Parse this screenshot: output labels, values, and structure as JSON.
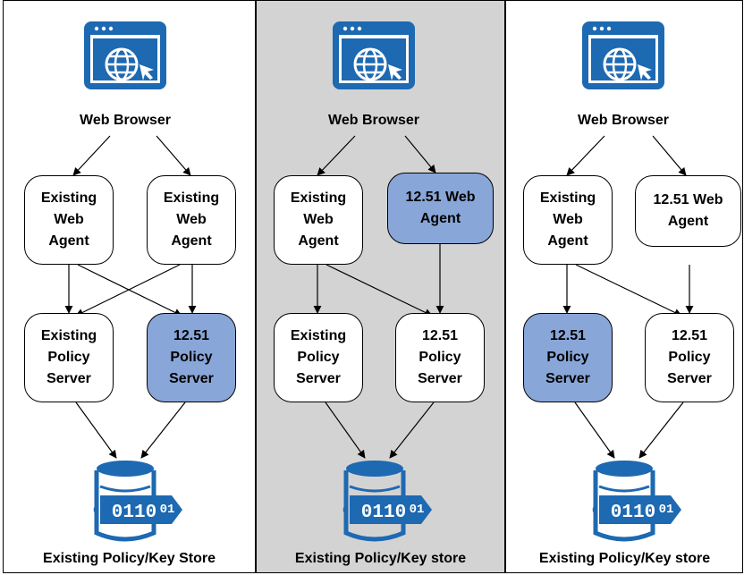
{
  "colors": {
    "highlight": "#88a6d8",
    "icon_blue": "#1d69b2",
    "panel_gray": "#d3d3d3"
  },
  "panels": [
    {
      "browser": "Web Browser",
      "agents": [
        "Existing\nWeb\nAgent",
        "Existing\nWeb\nAgent"
      ],
      "servers": [
        "Existing\nPolicy\nServer",
        "12.51\nPolicy\nServer"
      ],
      "store": "Existing Policy/Key Store"
    },
    {
      "browser": "Web Browser",
      "agents": [
        "Existing\nWeb\nAgent",
        "12.51 Web\nAgent"
      ],
      "servers": [
        "Existing\nPolicy\nServer",
        "12.51\nPolicy\nServer"
      ],
      "store": "Existing Policy/Key store"
    },
    {
      "browser": "Web Browser",
      "agents": [
        "Existing\nWeb\nAgent",
        "12.51 Web\nAgent"
      ],
      "servers": [
        "12.51\nPolicy\nServer",
        "12.51\nPolicy\nServer"
      ],
      "store": "Existing Policy/Key store"
    }
  ],
  "icons": {
    "browser": "web-browser-icon",
    "store": "database-icon"
  }
}
